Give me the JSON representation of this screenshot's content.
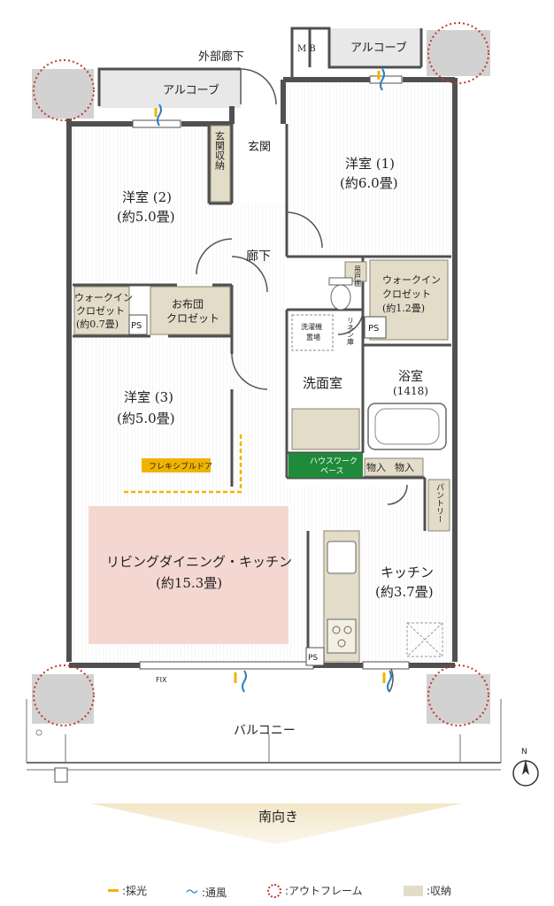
{
  "rooms": {
    "western1": {
      "name": "洋室 (1)",
      "size": "(約6.0畳)"
    },
    "western2": {
      "name": "洋室 (2)",
      "size": "(約5.0畳)"
    },
    "western3": {
      "name": "洋室 (3)",
      "size": "(約5.0畳)"
    },
    "ldk": {
      "name": "リビングダイニング・キッチン",
      "size": "(約15.3畳)"
    },
    "kitchen": {
      "name": "キッチン",
      "size": "(約3.7畳)"
    },
    "washroom": "洗面室",
    "bath": {
      "name": "浴室",
      "size": "(1418)"
    },
    "hallway": "廊下",
    "entrance": "玄関",
    "entrance_storage": "玄関収納",
    "outer_corridor": "外部廊下",
    "alcove_left": "アルコーブ",
    "alcove_right": "アルコーブ",
    "mb": "M B",
    "balcony": "バルコニー",
    "wic1": [
      "ウォークイン",
      "クロゼット",
      "(約1.2畳)"
    ],
    "wic2": [
      "ウォークイン",
      "クロゼット",
      "(約0.7畳)"
    ],
    "futon": [
      "お布団",
      "クロゼット"
    ],
    "flexible_door": "フレキシブルドア",
    "housework": [
      "ハウスワーク",
      "ベース"
    ],
    "storage1": "物入",
    "storage2": "物入",
    "pantry": "パントリー",
    "linen": "リネン庫",
    "cupboard": "吊戸棚",
    "washer": [
      "洗濯機",
      "置場"
    ],
    "ps": "PS",
    "fix": "FIX"
  },
  "orientation": "南向き",
  "compass": "N",
  "legend": {
    "daylight": ":採光",
    "ventilation": ":通風",
    "outframe": ":アウトフレーム",
    "storage": ":収納"
  },
  "colors": {
    "wall": "#505050",
    "storage": "#e2dcc8",
    "ldk_highlight": "#f5d7d2",
    "flexible_door": "#f0b400",
    "housework": "#1f8a3a",
    "outframe": "#c0392b",
    "column": "#d2d2d2",
    "daylight": "#f0b400",
    "ventilation": "#2a7fc0"
  }
}
